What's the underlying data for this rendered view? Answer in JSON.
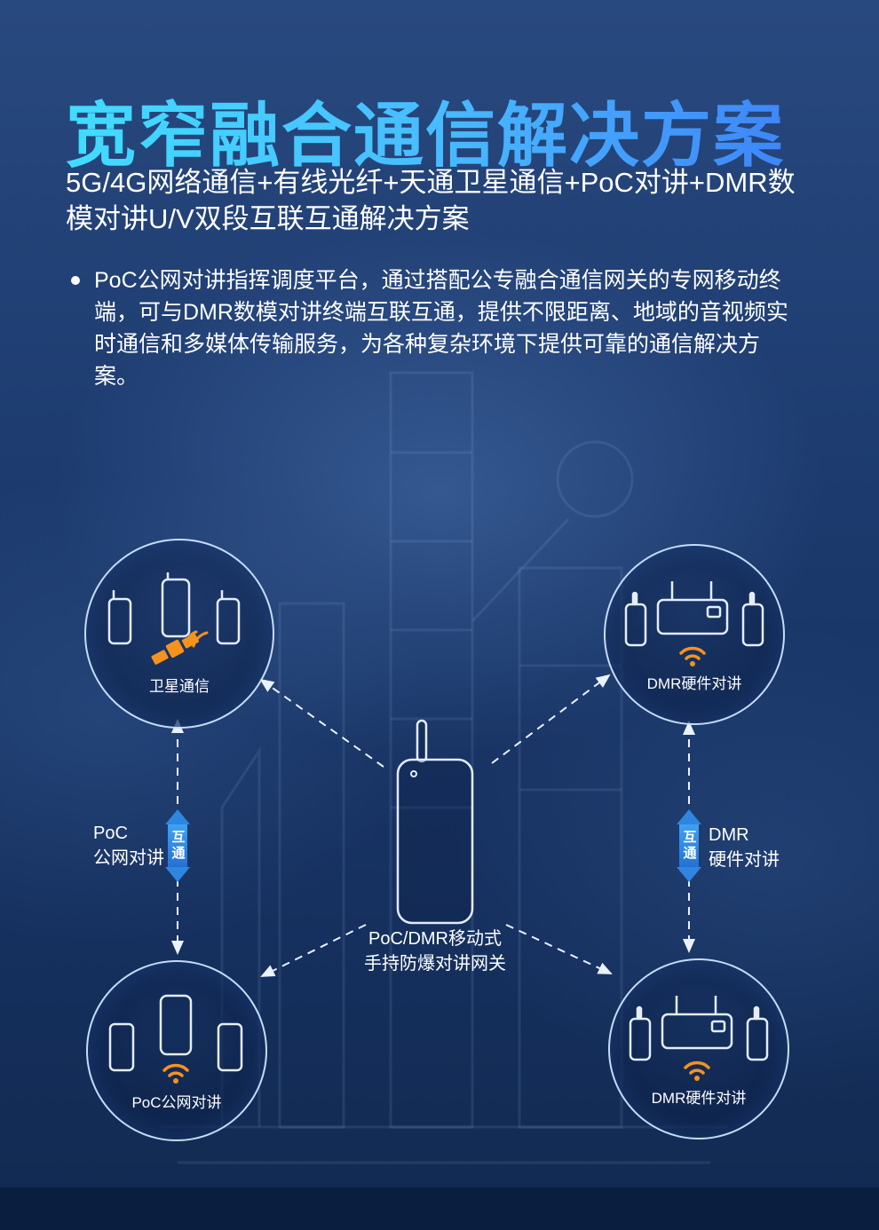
{
  "page": {
    "title": "宽窄融合通信解决方案",
    "subtitle": "5G/4G网络通信+有线光纤+天通卫星通信+PoC对讲+DMR数模对讲U/V双段互联互通解决方案",
    "bullet": "PoC公网对讲指挥调度平台，通过搭配公专融合通信网关的专网移动终端，可与DMR数模对讲终端互联互通，提供不限距离、地域的音视频实时通信和多媒体传输服务，为各种复杂环境下提供可靠的通信解决方案。"
  },
  "diagram": {
    "satellite_node": {
      "label": "卫星通信",
      "icon": "satellite-icon"
    },
    "dmr_top_node": {
      "label": "DMR硬件对讲",
      "icon": "wifi-icon"
    },
    "poc_bottom_node": {
      "label": "PoC公网对讲",
      "icon": "wifi-icon"
    },
    "dmr_bottom_node": {
      "label": "DMR硬件对讲",
      "icon": "wifi-icon"
    },
    "gateway": {
      "label_line1": "PoC/DMR移动式",
      "label_line2": "手持防爆对讲网关",
      "icon": "handheld-gateway-icon"
    },
    "left_link": {
      "line1": "PoC",
      "line2": "公网对讲",
      "badge": "互通"
    },
    "right_link": {
      "line1": "DMR",
      "line2": "硬件对讲",
      "badge": "互通"
    }
  },
  "colors": {
    "background_navy": "#16325f",
    "accent_orange": "#f5921e",
    "link_blue": "#2e86e0",
    "title_gradient_start": "#41dcff",
    "title_gradient_end": "#3e86f7"
  }
}
